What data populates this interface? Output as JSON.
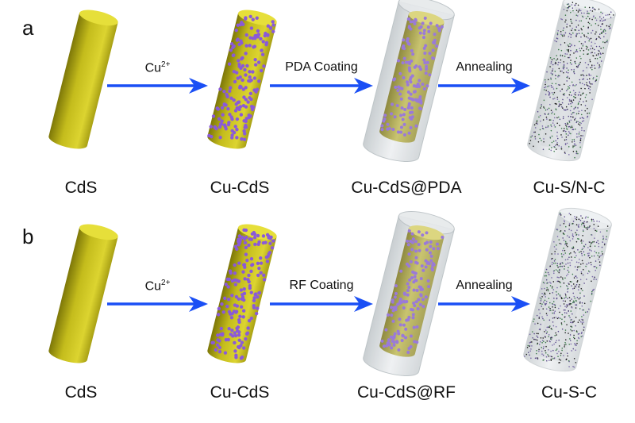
{
  "rows": [
    {
      "panel": "a",
      "stages": [
        "CdS",
        "Cu-CdS",
        "Cu-CdS@PDA",
        "Cu-S/N-C"
      ],
      "steps": [
        {
          "label": "Cu",
          "sup": "2+"
        },
        {
          "label": "PDA Coating"
        },
        {
          "label": "Annealing"
        }
      ]
    },
    {
      "panel": "b",
      "stages": [
        "CdS",
        "Cu-CdS",
        "Cu-CdS@RF",
        "Cu-S-C"
      ],
      "steps": [
        {
          "label": "Cu",
          "sup": "2+"
        },
        {
          "label": "RF Coating"
        },
        {
          "label": "Annealing"
        }
      ]
    }
  ],
  "colors": {
    "arrow": "#1a4ff5",
    "rod": "#d4cc28",
    "dots": "#8a5ad8",
    "shell": "#d9dee2"
  }
}
